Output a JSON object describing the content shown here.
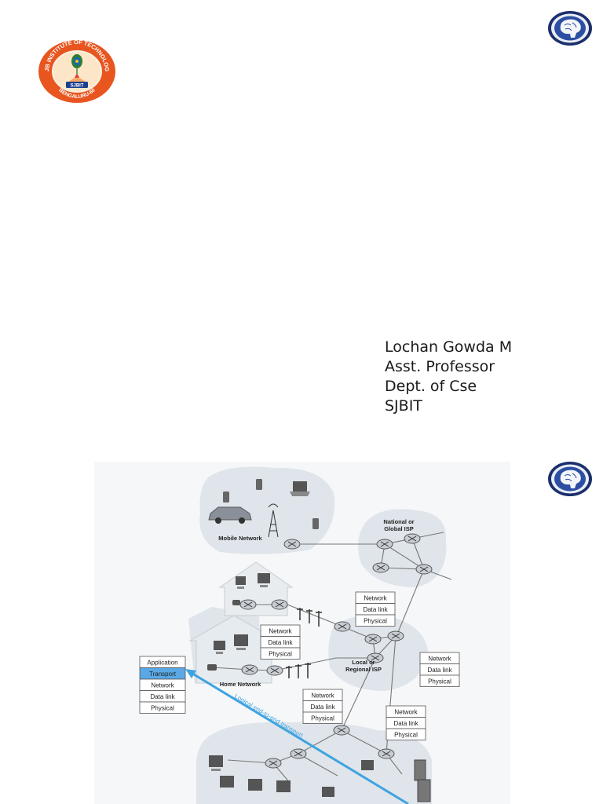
{
  "slide1": {
    "college_logo": {
      "arc_top": "SJB INSTITUTE OF TECHNOLOGY",
      "arc_bottom": "BENGALURU-60",
      "banner": "SJBIT",
      "colors": {
        "ring": "#e8551f",
        "inner": "#fde6c8",
        "banner": "#1c3f8f"
      }
    },
    "emblem_icon": "university-brain-emblem-icon",
    "author": {
      "name": "Lochan Gowda M",
      "title": "Asst. Professor",
      "dept": "Dept. of Cse",
      "org": "SJBIT"
    }
  },
  "slide2": {
    "emblem_icon": "university-brain-emblem-icon",
    "diagram": {
      "clouds": {
        "mobile": "Mobile Network",
        "national_line1": "National or",
        "national_line2": "Global ISP",
        "local_line1": "Local or",
        "local_line2": "Regional ISP",
        "home": "Home Network"
      },
      "endpoint_stack": [
        "Application",
        "Transport",
        "Network",
        "Data link",
        "Physical"
      ],
      "router_stack": [
        "Network",
        "Data link",
        "Physical"
      ],
      "transport_label": "Logical end-to-end transport",
      "colors": {
        "highlight": "#5aa9e6",
        "cloud": "#dfe5ea",
        "arrow": "#3fa3e0"
      }
    }
  }
}
